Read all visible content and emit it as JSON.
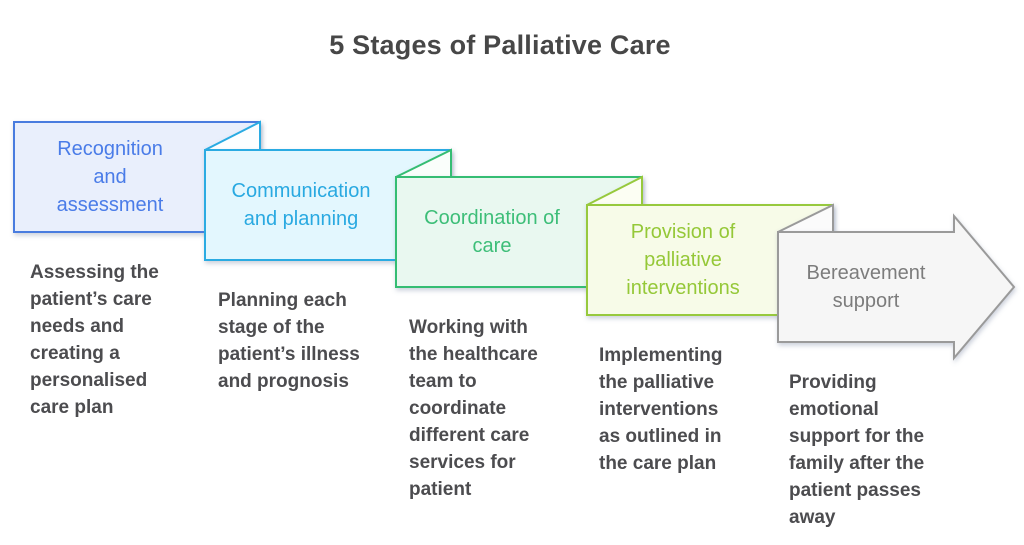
{
  "title": "5 Stages of Palliative Care",
  "colors": {
    "title": "#474747",
    "description": "#4C4C4F",
    "background": "#FFFFFF"
  },
  "stages": [
    {
      "title": "Recognition\nand\nassessment",
      "description": "Assessing the\npatient’s care\nneeds and\ncreating a\npersonalised\ncare plan",
      "border_color": "#4A7BDF",
      "fill_color": "#E9EFFC",
      "text_color": "#4A7CE8",
      "fold_fill_color": "#FDFEFF"
    },
    {
      "title": "Communication\nand planning",
      "description": "Planning each\nstage of the\npatient’s illness\nand prognosis",
      "border_color": "#29ABE2",
      "fill_color": "#E3F7FE",
      "text_color": "#29A9E1",
      "fold_fill_color": "#FCFEFF"
    },
    {
      "title": "Coordination of\ncare",
      "description": "Working with\nthe healthcare\nteam to\ncoordinate\ndifferent care\nservices for\npatient",
      "border_color": "#36BD73",
      "fill_color": "#E9F8F0",
      "text_color": "#3DBE78",
      "fold_fill_color": "#FAFEFB"
    },
    {
      "title": "Provision of\npalliative\ninterventions",
      "description": "Implementing\nthe palliative\ninterventions\nas outlined in\nthe care plan",
      "border_color": "#97C93C",
      "fill_color": "#F7FBE8",
      "text_color": "#95C838",
      "fold_fill_color": "#FCFEF3"
    },
    {
      "title": "Bereavement\nsupport",
      "description": "Providing\nemotional\nsupport for the\nfamily after the\npatient passes\naway",
      "border_color": "#9A9A9A",
      "fill_color": "#F6F6F6",
      "text_color": "#7C7C7C",
      "fold_fill_color": "#FBFBFB"
    }
  ]
}
